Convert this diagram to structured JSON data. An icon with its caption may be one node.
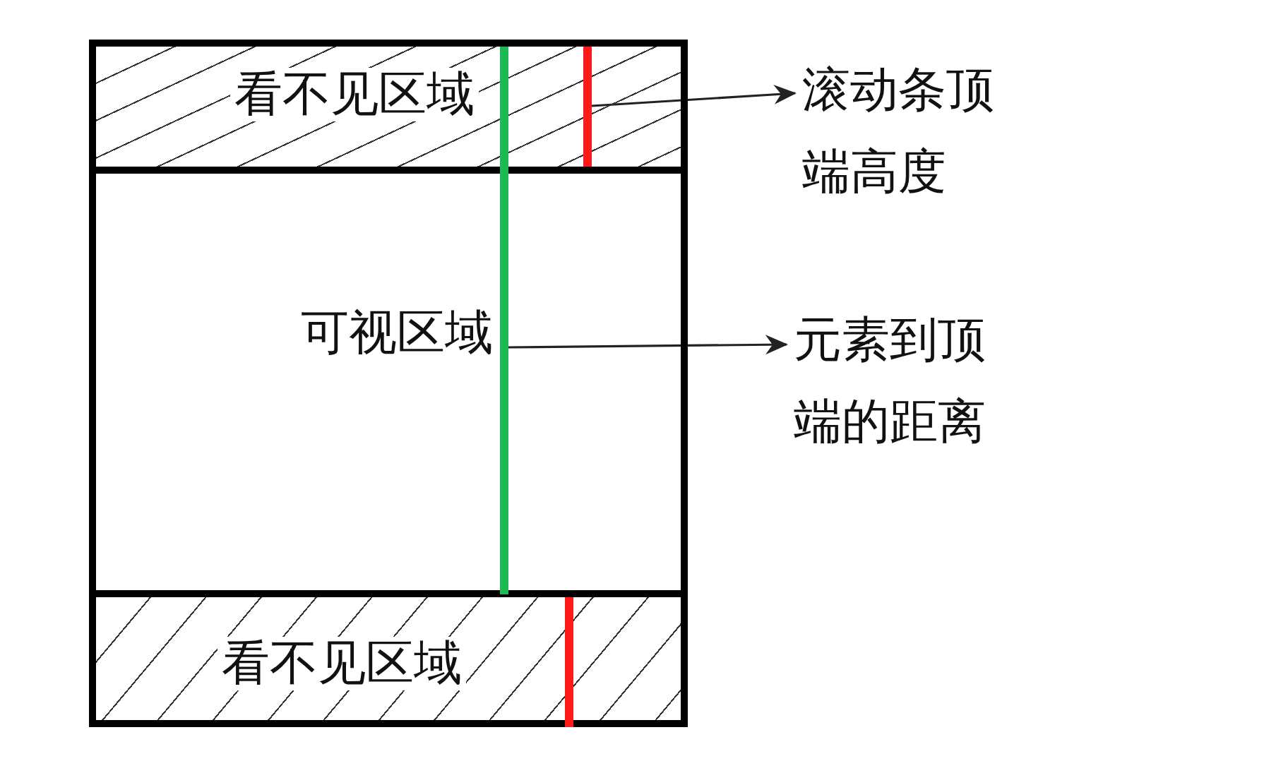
{
  "diagram": {
    "nodes": [
      {
        "text": [
          "看不见区域"
        ]
      },
      {
        "text": [
          "可视区域"
        ]
      },
      {
        "text": [
          "看不见区域"
        ]
      },
      {
        "text": [
          "滚动条顶端高度"
        ]
      },
      {
        "text": [
          "元素到顶端的距离"
        ]
      },
      {
        "text": [],
        "shape": "bar",
        "in": 0
      },
      {
        "text": [],
        "shape": "bar"
      },
      {
        "text": [],
        "shape": "bar",
        "in": 2
      }
    ],
    "edges": [
      {
        "from": 5,
        "to": 3,
        "arrow": "to"
      },
      {
        "from": 6,
        "to": 4,
        "arrow": "to"
      }
    ]
  }
}
